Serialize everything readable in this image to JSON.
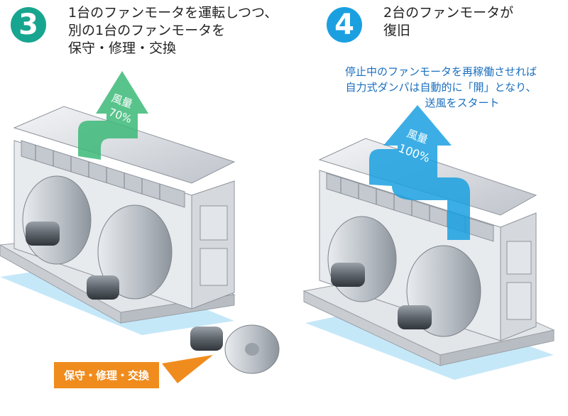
{
  "step3": {
    "number": "3",
    "badge_color": "#18a58f",
    "lines": [
      "1台のファンモータを運転しつつ、",
      "別の1台のファンモータを",
      "保守・修理・交換"
    ],
    "arrow_label_1": "風量",
    "arrow_label_2": "70%",
    "arrow_color": "#3cb878",
    "callout": "保守・修理・交換",
    "callout_color": "#f08c1e"
  },
  "step4": {
    "number": "4",
    "badge_color": "#1aa0e0",
    "lines": [
      "2台のファンモータが",
      "復旧"
    ],
    "note_lines": [
      "停止中のファンモータを再稼働させれば",
      "自力式ダンパは自動的に「開」となり、",
      "送風をスタート"
    ],
    "arrow_label_1": "風量",
    "arrow_label_2": "100%",
    "arrow_color": "#1aa0e0"
  }
}
